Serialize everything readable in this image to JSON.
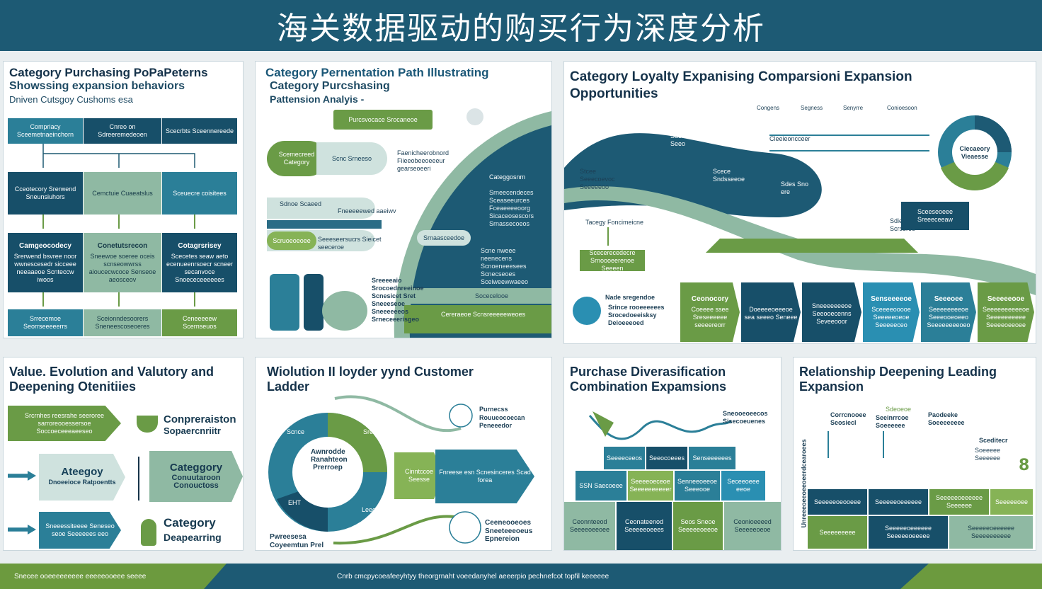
{
  "header": {
    "title": "海关数据驱动的购买行为深度分析"
  },
  "p1": {
    "title": "Category Purchasing PoPaPeterns",
    "subtitle1": "Showssing expansion behaviors",
    "subtitle2": "Dniven Cutsgoy Cushoms esa",
    "row1": [
      "Compriacy Sceemetnaeinchorn",
      "Cnreo on Sdreeremedeoen",
      "Scecrbts Sceennereede"
    ],
    "row2": [
      "Cceotecory Srerwend Sneunsiuhors",
      "Cemctuie Cuaeatslus",
      "Sceuecre coisitees"
    ],
    "row3": [
      {
        "t": "Camgeocodecy",
        "d": "Srerwend bsvree noor wwnescesedr sicceee neeaaeoe Scnteccw iwoos"
      },
      {
        "t": "Conetutsrecon",
        "d": "Sneewoe soeree oceis scnseowwrss aioucecwcoce Senseoe aeosceov"
      },
      {
        "t": "Cotagrsrisey",
        "d": "Scecetes seaw aeto ecenueenrsoecr scneer secanvoce Snoececeeeeees"
      }
    ],
    "row4": [
      "Srrecemoe Seorrseeeeerrs",
      "Sceionndesoorers Sneneescoseoeres",
      "Ceneeeeew Scernseuos"
    ]
  },
  "p2": {
    "title": "Category Pernentation Path Illustrating",
    "subtitle1": "Category Purcshasing",
    "subtitle2": "Pattension Analyis -",
    "tag": "Purcsvocace Srocaneoe",
    "pill1": "Scemecreed Category",
    "pill1b": "Scnc Srneeso",
    "note1": "Faenicheerobnord Fiieeobeeoeeeur gearseoeeri",
    "label2a": "Sdnoe Scaeed",
    "label2b": "Fneeeeewed aaeiwv",
    "note2": "Seeeseersucrs Sieicet seeceroe",
    "leftgreen": "Scruoeoeoee",
    "darkhead": "Categgosnm",
    "darklist": "Srneecendeces Sceaseeurces Fceaeeeeoorg Sicaceosescors Srnassecoeos",
    "darklist2": "Scne nweee neenecens Scnoeneeesees Scnecseoes Sceiweewwaeeo",
    "pillC": "Srnaasceedoe",
    "strip": "Socecelooe",
    "bottomgreen": "Cereraeoe Scnsreeeeeweoes",
    "note3": "Sreeeeaio Srocoednreeinoe Scnesicet Sret Sneeeseoe Sneeeeeeos Srneceeerisgeo"
  },
  "p3": {
    "title": "Category Loyalty Expanising Comparsioni Expansion",
    "title2": "Opportunities",
    "axis": [
      "Congens",
      "Segness",
      "Senyrre",
      "Conioesoon"
    ],
    "flowlbl": "Cleeieoncceer",
    "circle": "Ciecaeory Vieaesse",
    "l1": "Stcee Seeecoevoc Seeeeeoo",
    "l2": "Sdec Seeo",
    "l3": "Scece Sndsseeoe",
    "l4": "Sdes Sno ere",
    "l5": "Sdiee Scrsereo",
    "ribbon": "Tacegy Foncimeicne",
    "greenbox": "Scecerecedecre Srnoooeerenoe Seeeen",
    "rightbox": "Sceeseoeee Sreeeceeaw",
    "noteTitle": "Nade sregendoe",
    "note": "Srince rooeeeeees Srocedoeeisksy Deioeeeoed",
    "cols": [
      {
        "t": "Ceonocory",
        "d": "Coeeee ssee Sreseeeeee seeeereorr"
      },
      {
        "t": "",
        "d": "Doeeeeoeeeoe sea seeeo Seneee"
      },
      {
        "t": "",
        "d": "Sneeeeeeeoe Seeooecenns Seveeooor"
      },
      {
        "t": "Senseeeeoe",
        "d": "Sceeeeooooe Seeeeeoeoe Seeeeeceo"
      },
      {
        "t": "Seeeoee",
        "d": "Seeeeeeeeoe Seeeooeoeeo Seeeeeeeeoeo"
      },
      {
        "t": "Seeeeeooe",
        "d": "Seeeeeeeeeeoe Seeeeeeeeee Seeeeoeeoee"
      }
    ]
  },
  "p4": {
    "title": "Value. Evolution and Valutory and",
    "title2": "Deepening Otenitiies",
    "a1": "Srcrnhes reesrahe seeroree sarroreooessersoe Soccoeceeeaeeseo",
    "a2": "Ateegoy",
    "a2s": "Dnoeeioce Ratpoentts",
    "a3": "Sneeessiteeee Seneseo seoe Seeeeees eeo",
    "r1": "Conpreraiston",
    "r1s": "Sopaercnriitr",
    "r2": "Categgory",
    "r2s": "Conuutaroon Conouctoss",
    "r3": "Category",
    "r3s": "Deapearring"
  },
  "p5": {
    "title": "Wiolution II loyder yynd Customer",
    "title2": "Ladder",
    "center": "Awnrodde Ranahteon Prerroep",
    "ring": [
      "Scnce",
      "Sre",
      "EHT",
      "Leeo"
    ],
    "g1": "Cinntccoe Seesse",
    "arrow": "Fnreese esn Scnesinceres Scad forea",
    "t1": "Purnecss",
    "t1s": "Rouueocoecan Peneeedor",
    "t2": "Ceeneooeoes",
    "t2s": "Sneeteeeoeus Epnereion",
    "bl": "Pwreesesa",
    "bl2": "Coyeemtun Prel"
  },
  "p6": {
    "title": "Purchase Diverasification",
    "title2": "Combination Expamsions",
    "note": "Sneooeoeecos Sisecoeuenes",
    "r1": [
      "Seeeeceeos",
      "Seeocoeees",
      "Senseeeeees"
    ],
    "r2": [
      "SSN Saecoeee",
      "Seeeeoeceoe Seeeeeeeeeer",
      "Senneeoeeoe Seeeooe",
      "Seceeoeee eeoe"
    ],
    "r3": [
      "Ceonnteeod Seeeeoeeoee",
      "Ceonateenod Seeeeeoeees",
      "Seos Sneoe Seeeeeoeeoe",
      "Ceonioeeeed Seeeeeoeoe"
    ]
  },
  "p7": {
    "title": "Relationship Deepening Leading",
    "title2": "Expansion",
    "vert": "Unreeeoeeoeeoeerdcearoees",
    "h": [
      "Corrcnooee Seosiecl",
      "Seeinrrcoe Soeeeeee",
      "Paodeeke Soeeeeeeee"
    ],
    "top": "Sdeoeoe",
    "right1": "Sceditecr",
    "right2": "Soeeeee Seeeeee",
    "num": "8",
    "bands": [
      "Seeeeeoeooeee",
      "Seeeeeoeeeeee",
      "Seeeeeoeeeeee Seeeeee",
      "Seeeeeoee"
    ],
    "bands2": [
      "Seeeeeeeee",
      "Seeeeeoeeeeee Seeeeeoeeeee",
      "Seeeeeoeeeeee Seeeeeeeeee"
    ]
  },
  "footer": {
    "left": "Snecee ooeeeeeeeee eeeeeooeee seeee",
    "center": "Cnrb cmcpycoeafeeyhtyy theorgrnaht voeedanyhel aeeerpio pechnefcot topfil keeeeee"
  }
}
